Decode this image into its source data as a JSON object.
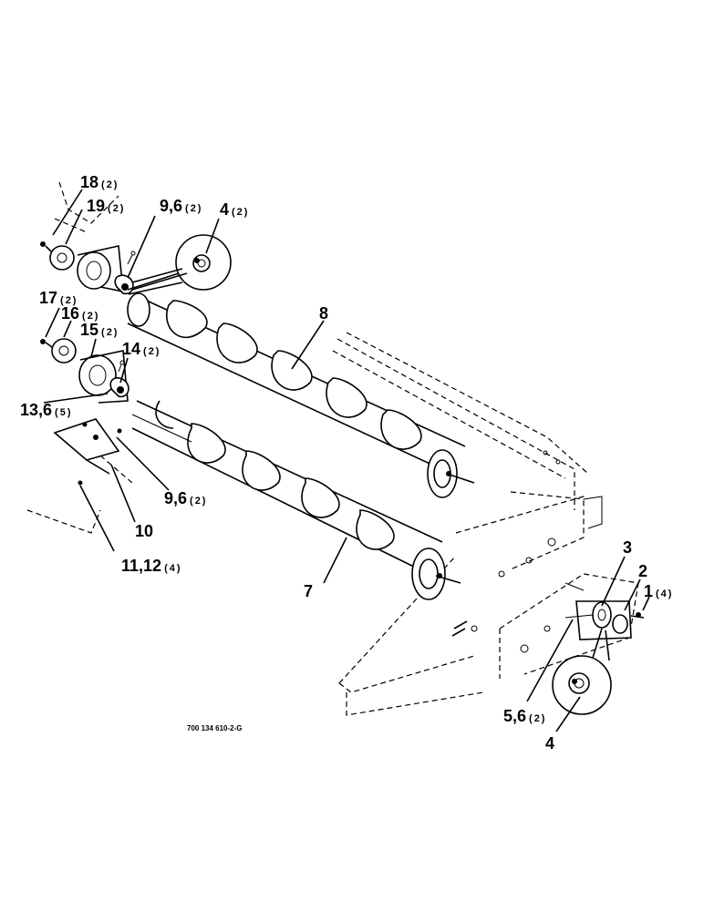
{
  "callouts": [
    {
      "id": "c18",
      "num": "18",
      "qty": "(2)"
    },
    {
      "id": "c19",
      "num": "19",
      "qty": "(2)"
    },
    {
      "id": "c96a",
      "num": "9,6",
      "qty": "(2)"
    },
    {
      "id": "c4a",
      "num": "4",
      "qty": "(2)"
    },
    {
      "id": "c17",
      "num": "17",
      "qty": "(2)"
    },
    {
      "id": "c16",
      "num": "16",
      "qty": "(2)"
    },
    {
      "id": "c15",
      "num": "15",
      "qty": "(2)"
    },
    {
      "id": "c14",
      "num": "14",
      "qty": "(2)"
    },
    {
      "id": "c136",
      "num": "13,6",
      "qty": "(5)"
    },
    {
      "id": "c96b",
      "num": "9,6",
      "qty": "(2)"
    },
    {
      "id": "c10",
      "num": "10",
      "qty": ""
    },
    {
      "id": "c1112",
      "num": "11,12",
      "qty": "(4)"
    },
    {
      "id": "c8",
      "num": "8",
      "qty": ""
    },
    {
      "id": "c7",
      "num": "7",
      "qty": ""
    },
    {
      "id": "c3",
      "num": "3",
      "qty": ""
    },
    {
      "id": "c2",
      "num": "2",
      "qty": ""
    },
    {
      "id": "c1",
      "num": "1",
      "qty": "(4)"
    },
    {
      "id": "c56",
      "num": "5,6",
      "qty": "(2)"
    },
    {
      "id": "c4b",
      "num": "4",
      "qty": ""
    }
  ],
  "drawing_code": "700 134 610-2-G"
}
